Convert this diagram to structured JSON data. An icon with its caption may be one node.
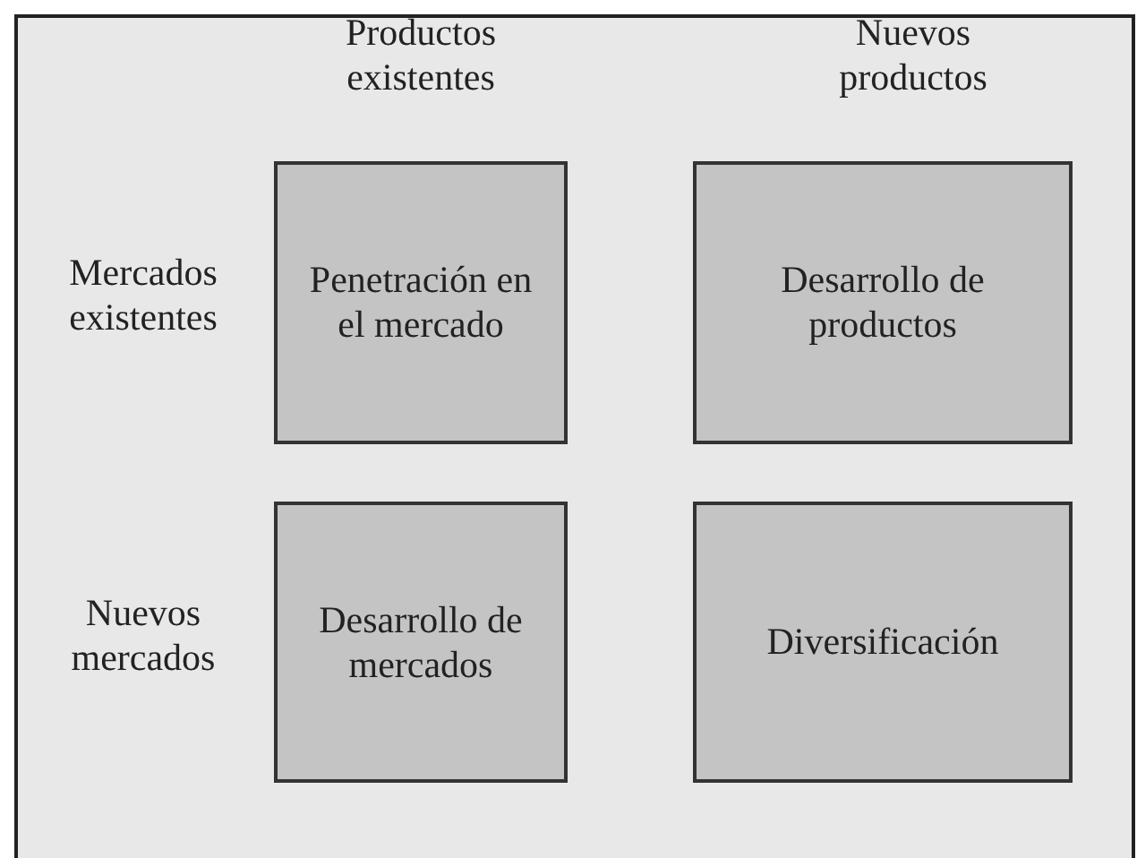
{
  "diagram": {
    "nodes": [
      {
        "text": [
          "Penetración en el mercado"
        ]
      },
      {
        "text": [
          "Desarrollo de productos"
        ]
      },
      {
        "text": [
          "Desarrollo de mercados"
        ]
      },
      {
        "text": [
          "Diversificación"
        ]
      }
    ],
    "labels": [
      "Productos existentes",
      "Nuevos productos",
      "Mercados existentes",
      "Nuevos mercados"
    ]
  }
}
